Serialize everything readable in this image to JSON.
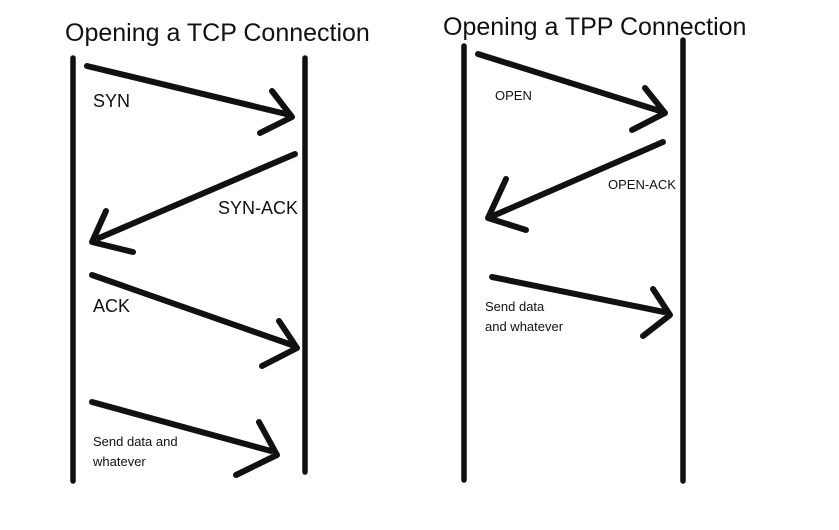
{
  "colors": {
    "ink": "#111111",
    "paper": "#ffffff"
  },
  "diagrams": [
    {
      "id": "tcp",
      "title": "Opening a TCP Connection",
      "messages": [
        {
          "label": "SYN",
          "direction": "right"
        },
        {
          "label": "SYN-ACK",
          "direction": "left"
        },
        {
          "label": "ACK",
          "direction": "right"
        },
        {
          "label_lines": [
            "Send data and",
            "whatever"
          ],
          "direction": "right"
        }
      ]
    },
    {
      "id": "tpp",
      "title": "Opening a TPP Connection",
      "messages": [
        {
          "label": "OPEN",
          "direction": "right"
        },
        {
          "label": "OPEN-ACK",
          "direction": "left"
        },
        {
          "label_lines": [
            "Send data",
            "and whatever"
          ],
          "direction": "right"
        }
      ]
    }
  ]
}
